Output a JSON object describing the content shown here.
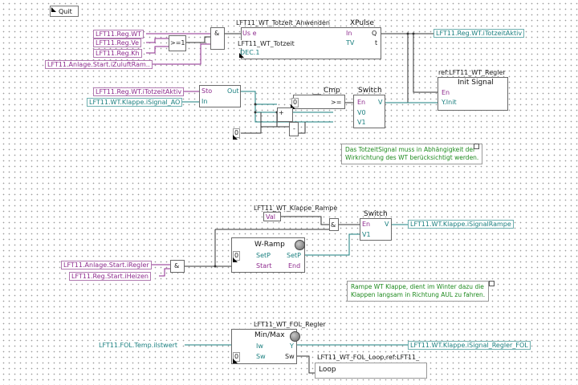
{
  "quit": "Quit",
  "signals": {
    "reg_wt": "LFT11.Reg.WT",
    "reg_ve": "LFT11.Reg.Ve",
    "reg_kh": "LFT11.Reg.Kh",
    "anlage_zuluft": "LFT11.Anlage.Start.iZuluftRam..",
    "totzeit_aktiv_out": "LFT11.Reg.WT.iTotzeitAktiv",
    "totzeit_aktiv_in": "LFT11.Reg.WT.iTotzeitAktiv",
    "klappe_ao": "LFT11.WT.Klappe.iSignal_AO",
    "klappe_rampe": "LFT11.WT.Klappe.iSignalRampe",
    "anlage_regler": "LFT11.Anlage.Start.iRegler",
    "reg_heizen": "LFT11.Reg.Start.iHeizen",
    "fol_istwert": "LFT11.FOL.Temp.iIstwert",
    "klappe_regler_fol": "LFT11.WT.Klappe.iSignal_Regler_FOL"
  },
  "blocks": {
    "and1": "&",
    "or1": ">=1",
    "xpulse": {
      "name": "LFT11_WT_Totzeit_Anwenden",
      "type": "XPulse",
      "in1": "Us e",
      "in2": "In",
      "in3": "DEC.1",
      "in4": "TV",
      "q": "Q",
      "t": "t",
      "param": "LFT11_WT_Totzeit"
    },
    "init": {
      "ref": "ref:LFT11_WT_Regler",
      "title": "Init Signal",
      "en": "En",
      "yinit": "Y.Init"
    },
    "sto": {
      "sto": "Sto",
      "in": "In",
      "out": "Out"
    },
    "cmp": {
      "name": "Cmp",
      "ge": ">=",
      "zero": "0"
    },
    "switch1": {
      "name": "Switch",
      "en": "En",
      "v": "V",
      "v0": "V0",
      "v1": "V1",
      "zero": "0"
    },
    "plus": "+",
    "minus": "-",
    "rampe_val": {
      "name": "LFT11_WT_Klappe_Rampe",
      "val": "Val"
    },
    "switch2": {
      "name": "Switch",
      "en": "En",
      "v": "V",
      "v1": "V1"
    },
    "and2": "&",
    "and3": "&",
    "wramp": {
      "name": "W-Ramp",
      "setp_in": "SetP",
      "start": "Start",
      "setp_out": "SetP",
      "end": "End",
      "zero": "0"
    },
    "minmax": {
      "ref": "LFT11_WT_FOL_Regler",
      "name": "Min/Max",
      "iw": "Iw",
      "sw": "Sw",
      "y": "Y",
      "swo": "Sw",
      "zero": "0"
    },
    "loop": {
      "ref": "LFT11_WT_FOL_Loop,ref:LFT11_",
      "name": "Loop"
    }
  },
  "comments": {
    "c1_line1": "Das TotzeitSignal muss in Abhängigkeit der",
    "c1_line2": "Wirkrichtung des WT berücksichtigt werden.",
    "c2_line1": "Rampe WT Klappe, dient im Winter dazu die",
    "c2_line2": "Klappen langsam in Richtung AUL zu fahren."
  },
  "colors": {
    "input": "#8e2b8e",
    "output": "#1a7f7f",
    "comment": "#1e8a1e",
    "wire_in": "#8e2b8e",
    "wire_out": "#1a7f7f",
    "wire": "#333333"
  }
}
